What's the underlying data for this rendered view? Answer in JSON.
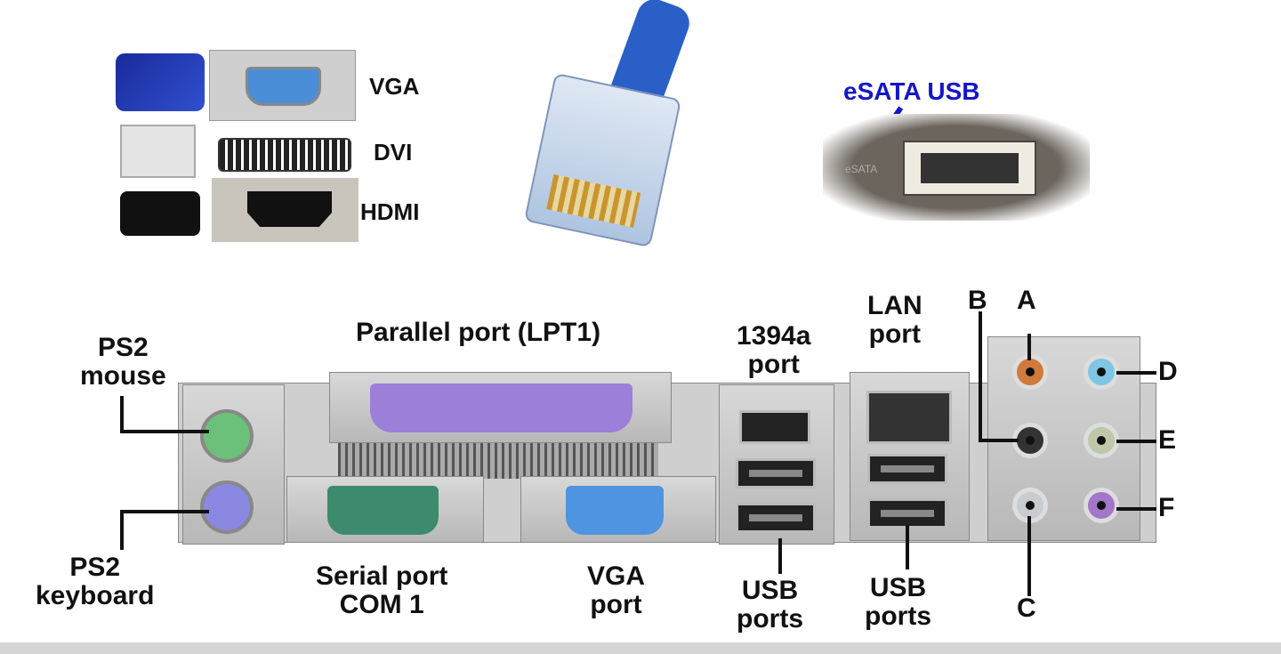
{
  "top": {
    "video": {
      "vga": "VGA",
      "dvi": "DVI",
      "hdmi": "HDMI"
    },
    "esata": {
      "label": "eSATA USB",
      "port_text": "eSATA",
      "label_color": "#1515c8"
    }
  },
  "panel": {
    "ps2_mouse": [
      "PS2",
      "mouse"
    ],
    "ps2_keyboard": [
      "PS2",
      "keyboard"
    ],
    "parallel": "Parallel port (LPT1)",
    "serial": [
      "Serial port",
      "COM 1"
    ],
    "vga": [
      "VGA",
      "port"
    ],
    "firewire": [
      "1394a",
      "port"
    ],
    "usb_left": [
      "USB",
      "ports"
    ],
    "lan": [
      "LAN",
      "port"
    ],
    "usb_right": [
      "USB",
      "ports"
    ],
    "audio": {
      "a": "A",
      "b": "B",
      "c": "C",
      "d": "D",
      "e": "E",
      "f": "F"
    }
  }
}
